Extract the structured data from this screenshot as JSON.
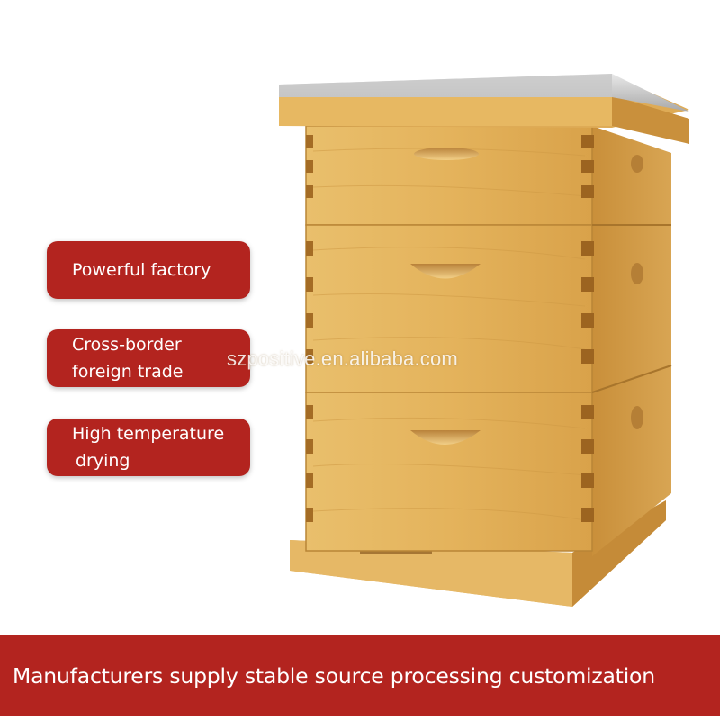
{
  "badges": [
    {
      "line1": "Powerful factory",
      "line2": ""
    },
    {
      "line1": "Cross-border",
      "line2": "foreign trade"
    },
    {
      "line1": "High temperature",
      "line2": "drying"
    }
  ],
  "watermark": "szpositive.en.alibaba.com",
  "footer": {
    "text": "Manufacturers supply stable source processing customization"
  },
  "colors": {
    "accent": "#b3241f",
    "wood": "#e3b35e",
    "wood_dark": "#c98f3a"
  },
  "product": {
    "image": "wooden-beehive"
  }
}
